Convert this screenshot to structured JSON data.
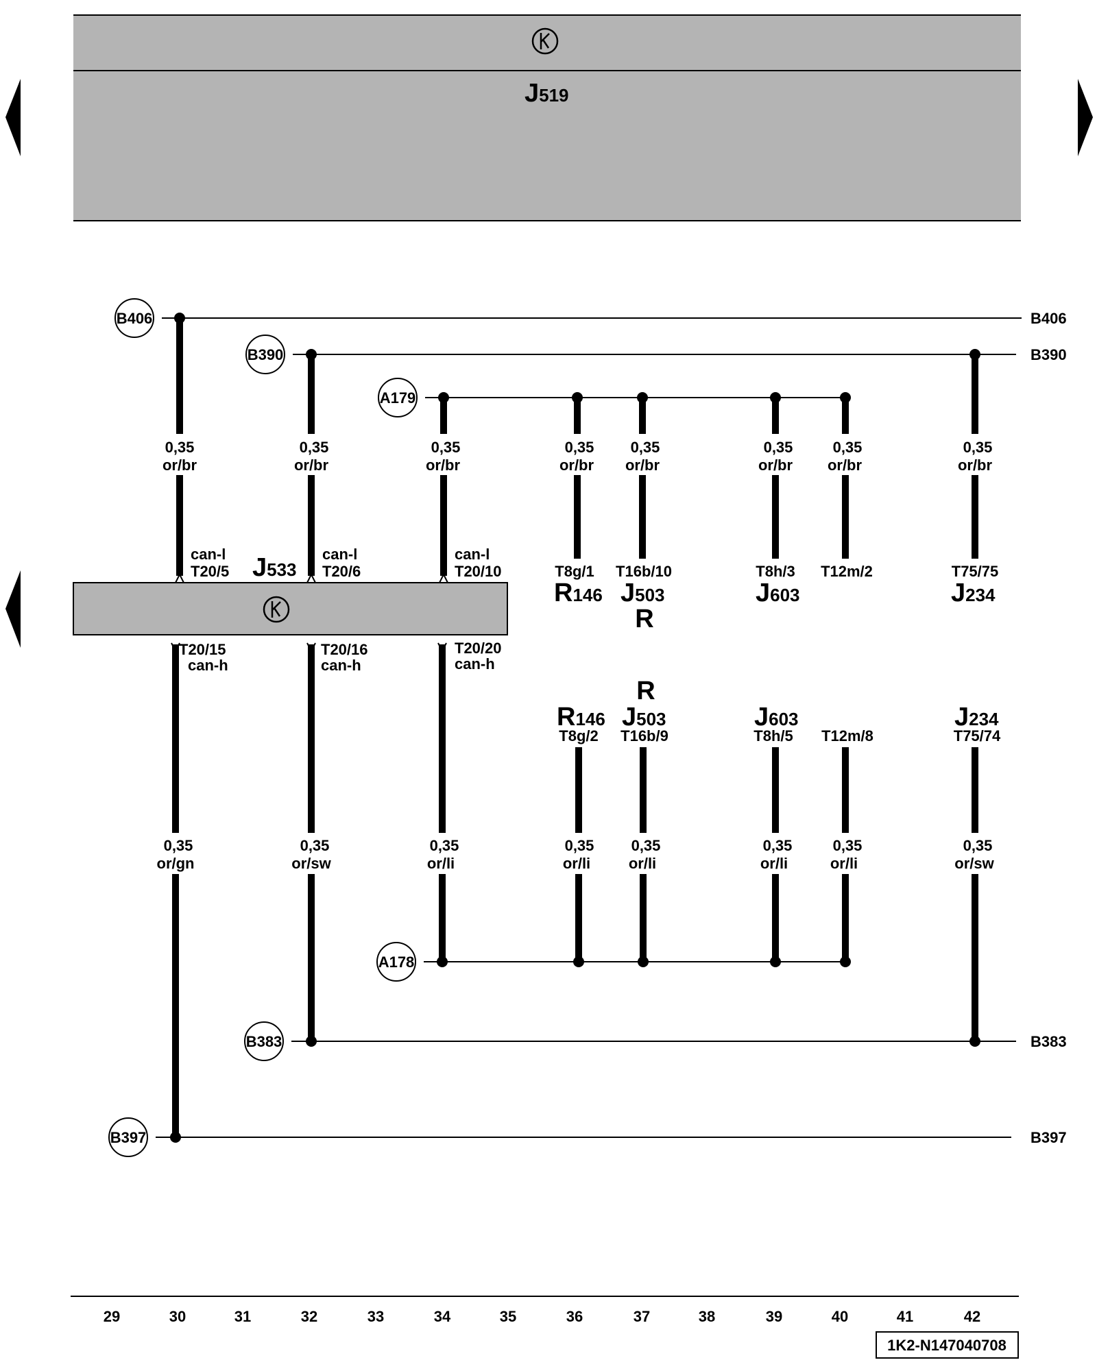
{
  "top_module": {
    "name": "J",
    "sub": "519"
  },
  "gateway_module": {
    "name": "J",
    "sub": "533"
  },
  "buses": [
    {
      "id": "b406",
      "label": "B406",
      "circle": "B406"
    },
    {
      "id": "b390",
      "label": "B390",
      "circle": "B390"
    },
    {
      "id": "a179",
      "label": "",
      "circle": "A179"
    },
    {
      "id": "a178",
      "label": "",
      "circle": "A178"
    },
    {
      "id": "b383",
      "label": "B383",
      "circle": "B383"
    },
    {
      "id": "b397",
      "label": "B397",
      "circle": "B397"
    }
  ],
  "upper_wires": [
    {
      "size": "0,35",
      "color": "or/br",
      "signal": "can-l",
      "pin": "T20/5"
    },
    {
      "size": "0,35",
      "color": "or/br",
      "signal": "can-l",
      "pin": "T20/6"
    },
    {
      "size": "0,35",
      "color": "or/br",
      "signal": "can-l",
      "pin": "T20/10"
    },
    {
      "size": "0,35",
      "color": "or/br",
      "pin": "T8g/1",
      "comp": "R",
      "comp_sub": "146"
    },
    {
      "size": "0,35",
      "color": "or/br",
      "pin": "T16b/10",
      "comp": "J",
      "comp_sub": "503",
      "comp2": "R"
    },
    {
      "size": "0,35",
      "color": "or/br",
      "pin": "T8h/3",
      "comp": "J",
      "comp_sub": "603"
    },
    {
      "size": "0,35",
      "color": "or/br",
      "pin": "T12m/2"
    },
    {
      "size": "0,35",
      "color": "or/br",
      "pin": "T75/75",
      "comp": "J",
      "comp_sub": "234"
    }
  ],
  "lower_wires": [
    {
      "size": "0,35",
      "color": "or/gn",
      "signal": "can-h",
      "pin": "T20/15"
    },
    {
      "size": "0,35",
      "color": "or/sw",
      "signal": "can-h",
      "pin": "T20/16"
    },
    {
      "size": "0,35",
      "color": "or/li",
      "signal": "can-h",
      "pin": "T20/20"
    },
    {
      "size": "0,35",
      "color": "or/li",
      "pin": "T8g/2",
      "comp": "R",
      "comp_sub": "146"
    },
    {
      "size": "0,35",
      "color": "or/li",
      "pin": "T16b/9",
      "comp": "J",
      "comp_sub": "503",
      "comp2": "R"
    },
    {
      "size": "0,35",
      "color": "or/li",
      "pin": "T8h/5",
      "comp": "J",
      "comp_sub": "603"
    },
    {
      "size": "0,35",
      "color": "or/li",
      "pin": "T12m/8"
    },
    {
      "size": "0,35",
      "color": "or/sw",
      "pin": "T75/74",
      "comp": "J",
      "comp_sub": "234"
    }
  ],
  "columns": [
    "29",
    "30",
    "31",
    "32",
    "33",
    "34",
    "35",
    "36",
    "37",
    "38",
    "39",
    "40",
    "41",
    "42"
  ],
  "doc_id": "1K2-N147040708",
  "colors": {
    "module_fill": "#b4b4b4",
    "line": "#000000"
  },
  "icons": [
    "can-bus-icon",
    "nav-left-icon",
    "nav-right-icon"
  ]
}
